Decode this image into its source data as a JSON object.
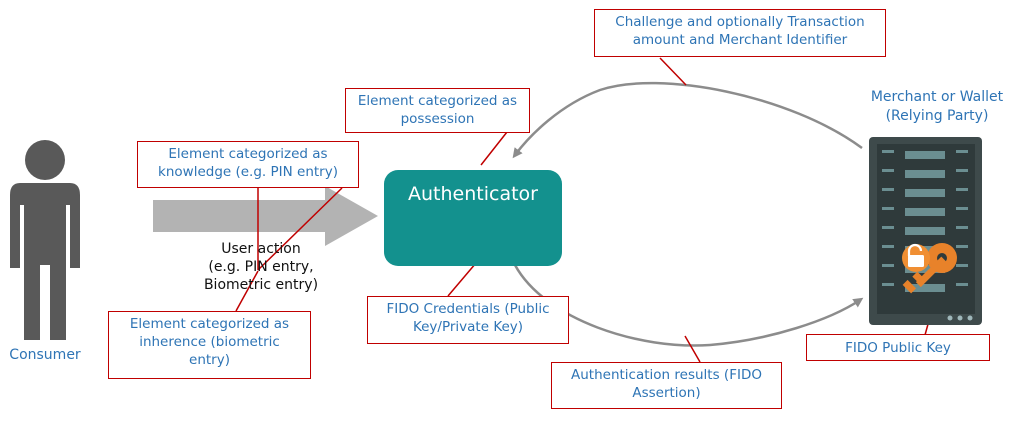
{
  "consumer": {
    "label": "Consumer"
  },
  "user_action": {
    "lines": [
      "User action",
      "(e.g. PIN entry,",
      "Biometric entry)"
    ]
  },
  "authenticator": {
    "title": "Authenticator"
  },
  "relying_party": {
    "lines": [
      "Merchant or Wallet",
      "(Relying Party)"
    ]
  },
  "callouts": {
    "challenge": {
      "lines": [
        "Challenge and optionally Transaction",
        "amount and Merchant Identifier"
      ]
    },
    "possession": {
      "lines": [
        "Element categorized as",
        "possession"
      ]
    },
    "knowledge": {
      "lines": [
        "Element categorized as",
        "knowledge (e.g. PIN entry)"
      ]
    },
    "inherence": {
      "lines": [
        "Element categorized as",
        "inherence (biometric",
        "entry)"
      ]
    },
    "credentials": {
      "lines": [
        "FIDO Credentials (Public",
        "Key/Private Key)"
      ]
    },
    "results": {
      "lines": [
        "Authentication results (FIDO",
        "Assertion)"
      ]
    },
    "public_key": {
      "lines": [
        "FIDO Public Key"
      ]
    }
  },
  "colors": {
    "callout_border": "#c00000",
    "callout_text": "#2e74b5",
    "authenticator": "#13918e",
    "key": "#e8822a",
    "person": "#595959",
    "server": "#3e4a4b",
    "arrow": "#8c8c8c"
  },
  "icons": [
    "person-icon",
    "key-lock-icon",
    "server-rack-icon"
  ]
}
